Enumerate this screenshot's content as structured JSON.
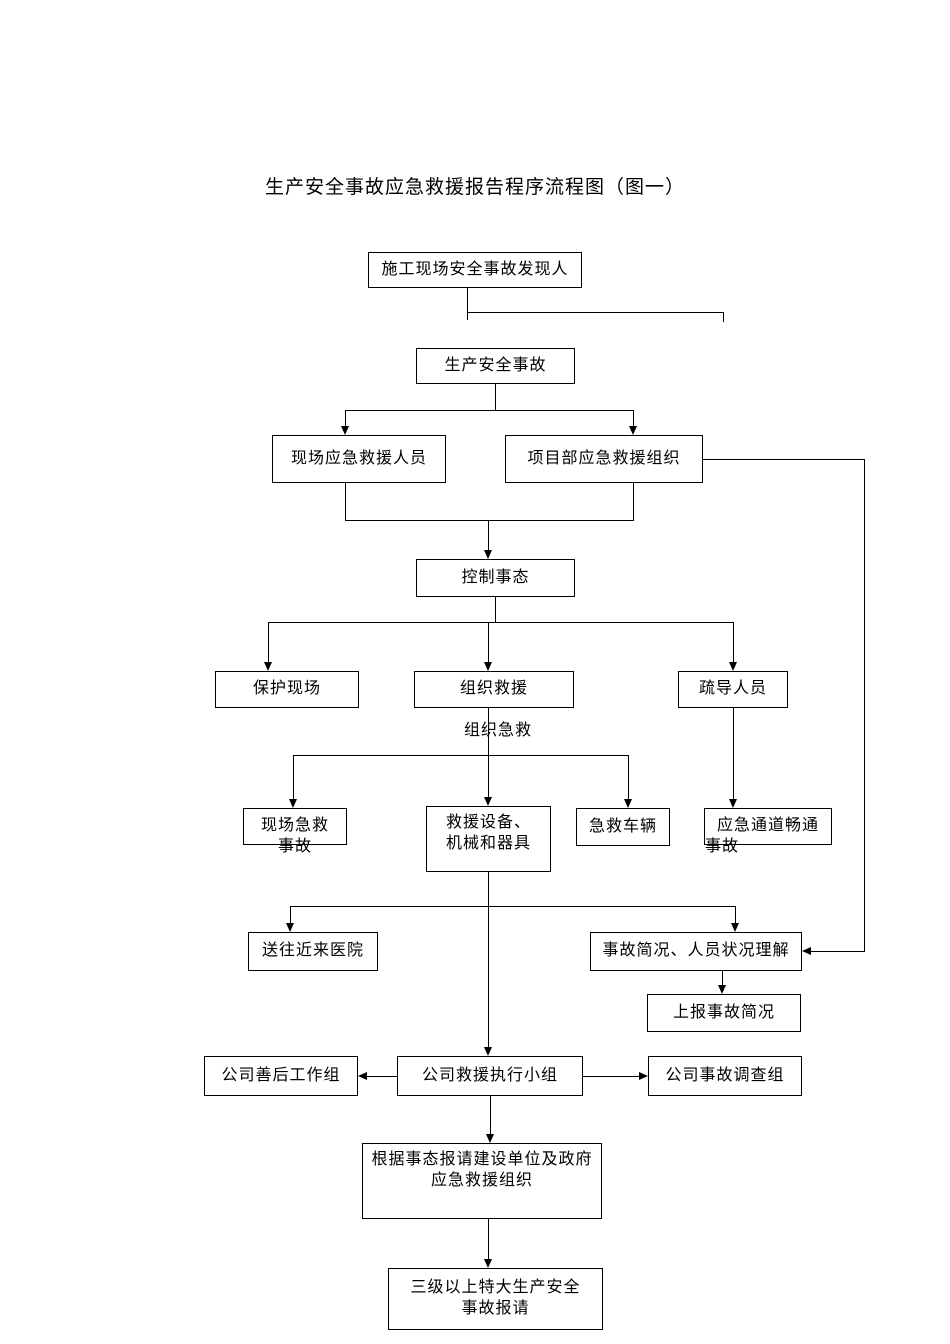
{
  "title": "生产安全事故应急救援报告程序流程图（图一）",
  "nodes": {
    "discoverer": "施工现场安全事故发现人",
    "accident": "生产安全事故",
    "site_rescuers": "现场应急救援人员",
    "project_org": "项目部应急救援组织",
    "control": "控制事态",
    "protect_scene": "保护现场",
    "organize_rescue": "组织救援",
    "guide_people": "疏导人员",
    "organize_first_aid": "组织急救",
    "site_first_aid": "现场急救",
    "site_first_aid_overflow": "事故",
    "rescue_equipment": "救援设备、\n机械和器具",
    "ambulance": "急救车辆",
    "emergency_channel": "应急通道畅通",
    "emergency_channel_overflow": "事故",
    "hospital": "送往近来医院",
    "briefing": "事故简况、人员状况理解",
    "report_briefing": "上报事故简况",
    "aftermath_group": "公司善后工作组",
    "rescue_exec_group": "公司救援执行小组",
    "investigation_group": "公司事故调查组",
    "request_gov": "根据事态报请建设单位及政府\n应急救援组织",
    "final_report": "三级以上特大生产安全\n事故报请"
  },
  "colors": {
    "line": "#000000",
    "text": "#000000",
    "background": "#ffffff"
  }
}
